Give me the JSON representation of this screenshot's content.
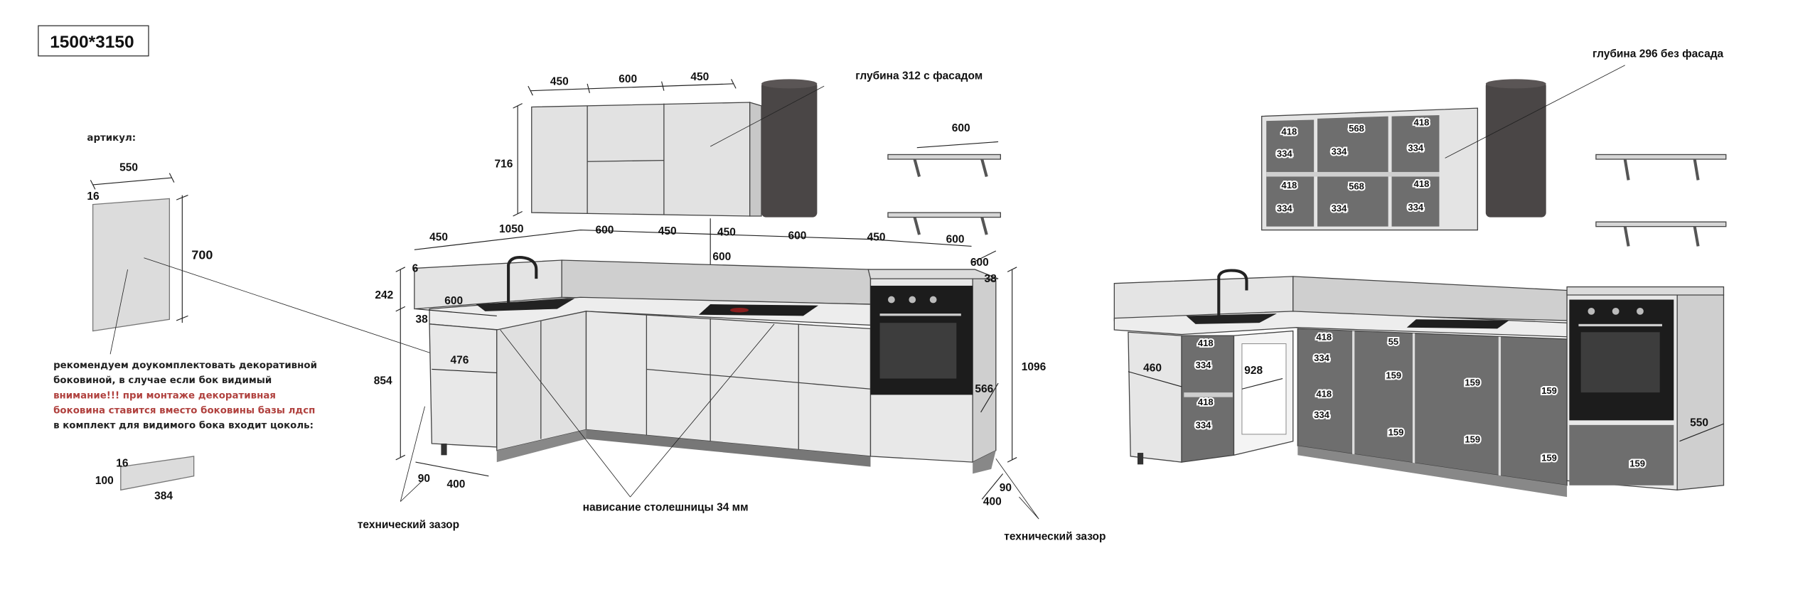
{
  "header": {
    "size_label": "1500*3150"
  },
  "side_panel": {
    "article_label": "артикул:",
    "width": "550",
    "thickness": "16",
    "height": "700"
  },
  "notes": {
    "line1": "рекомендуем доукомплектовать декоративной",
    "line2": "боковиной, в случае если бок видимый",
    "warning1": "внимание!!! при монтаже декоративная",
    "warning2": "боковина ставится вместо боковины базы лдсп",
    "line3": "в комплект для видимого бока входит цоколь:"
  },
  "plinth": {
    "thickness": "16",
    "height": "100",
    "length": "384"
  },
  "front_view": {
    "upper_widths": [
      "450",
      "600",
      "450"
    ],
    "upper_height": "716",
    "upper_depth_note": "глубина 312 с фасадом",
    "shelf_width": "600",
    "base_widths": [
      "450",
      "1050",
      "600",
      "450",
      "450",
      "600",
      "450",
      "600"
    ],
    "gap_above_counter": "600",
    "backsplash_thickness": "6",
    "backsplash_height": "242",
    "sink_depth": "600",
    "counter_thickness": "38",
    "base_height": "854",
    "base_depth": "476",
    "plinth_offset": "90",
    "plinth_depth": "400",
    "column_depth": "600",
    "column_counter": "38",
    "column_height": "1096",
    "column_side": "566",
    "column_plinth_offset": "90",
    "column_plinth_depth": "400"
  },
  "callouts": {
    "tech_gap_left": "технический зазор",
    "tech_gap_right": "технический зазор",
    "overhang": "нависание столешницы 34 мм"
  },
  "interior_view": {
    "upper_depth_note": "глубина 296 без фасада",
    "upper_top_widths": [
      "418",
      "568",
      "418"
    ],
    "upper_top_heights": [
      "334",
      "334",
      "334"
    ],
    "upper_bottom_widths": [
      "418",
      "568",
      "418"
    ],
    "upper_bottom_heights": [
      "334",
      "334",
      "334"
    ],
    "corner_cab": {
      "w1": "418",
      "h1": "334",
      "w2": "418",
      "h2": "334",
      "side_depth": "460",
      "opening": "928"
    },
    "sink_cab": {
      "w1": "418",
      "h1": "334",
      "w2": "418",
      "h2": "334"
    },
    "drawer_cab_1": [
      "55",
      "159",
      "159"
    ],
    "drawer_cab_2": [
      "159",
      "159"
    ],
    "drawer_cab_3": [
      "159",
      "159"
    ],
    "column_drawer": "159",
    "column_depth": "550"
  },
  "colors": {
    "warning": "#b0413e",
    "hood": "#4a4646",
    "interior": "#6e6e6e",
    "oven": "#1c1c1c"
  }
}
